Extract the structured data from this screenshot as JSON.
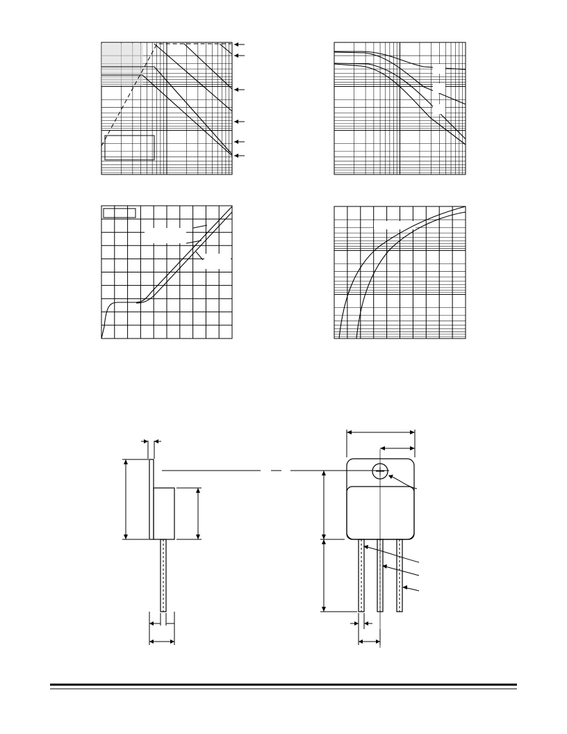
{
  "page": {
    "figures": [
      {
        "id": "safe-operating-area",
        "kind": "log-log graph"
      },
      {
        "id": "current-gain-vs-current",
        "kind": "log-log graph"
      },
      {
        "id": "transfer-characteristic",
        "kind": "linear graph"
      },
      {
        "id": "capacitance-vs-voltage",
        "kind": "log graph"
      }
    ],
    "package_drawing": {
      "kind": "outline drawing",
      "views": [
        "side-view",
        "front-view"
      ]
    }
  },
  "colors": {
    "ink": "#000000",
    "paper": "#ffffff",
    "shade": "#d9d9d9"
  }
}
